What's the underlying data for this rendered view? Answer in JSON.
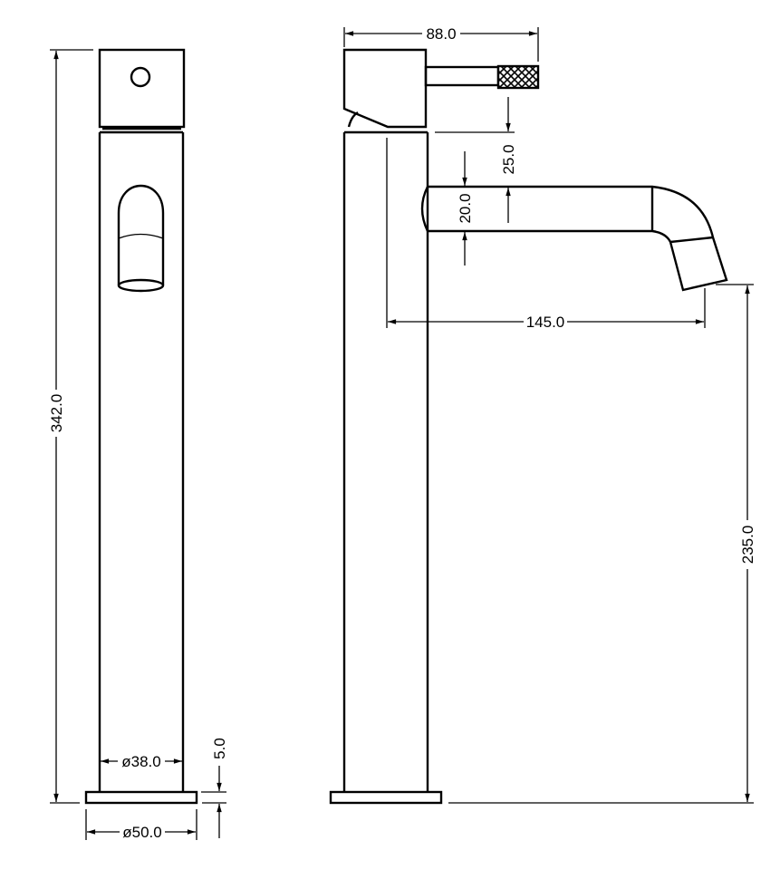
{
  "drawing": {
    "views": [
      "front-view",
      "side-view"
    ],
    "dimensions": {
      "overall_height": "342.0",
      "body_diameter": "ø38.0",
      "base_diameter": "ø50.0",
      "base_thickness": "5.0",
      "top_width": "88.0",
      "lever_to_spout": "25.0",
      "spout_diameter": "20.0",
      "spout_reach": "145.0",
      "spout_height": "235.0"
    },
    "line_color": "#000000",
    "background": "#ffffff"
  }
}
